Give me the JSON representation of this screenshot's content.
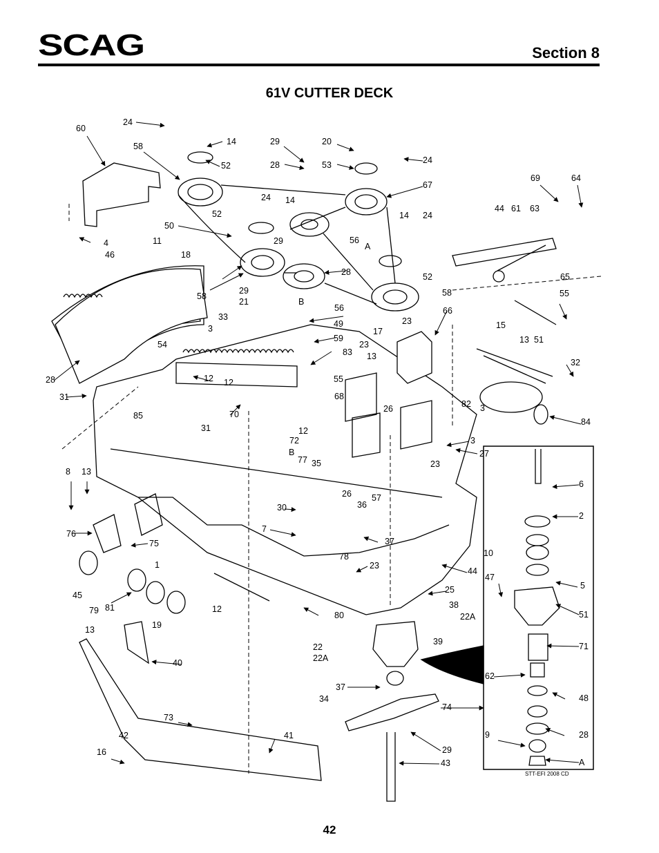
{
  "header": {
    "brand": "SCAG",
    "section": "Section 8",
    "title": "61V CUTTER DECK"
  },
  "footer": {
    "page_number": "42",
    "drawing_code": "STT-EFI 2008 CD"
  },
  "callouts": [
    "24",
    "60",
    "14",
    "29",
    "20",
    "58",
    "52",
    "28",
    "53",
    "24",
    "67",
    "69",
    "64",
    "44",
    "61",
    "63",
    "24",
    "14",
    "52",
    "50",
    "14",
    "24",
    "4",
    "11",
    "46",
    "56",
    "A",
    "29",
    "18",
    "28",
    "65",
    "29",
    "58",
    "52",
    "58",
    "21",
    "56",
    "B",
    "23",
    "55",
    "33",
    "49",
    "66",
    "3",
    "59",
    "17",
    "15",
    "23",
    "51",
    "13",
    "54",
    "83",
    "13",
    "32",
    "28",
    "12",
    "55",
    "31",
    "12",
    "68",
    "72",
    "85",
    "70",
    "82",
    "3",
    "84",
    "31",
    "26",
    "3",
    "12",
    "27",
    "23",
    "B",
    "77",
    "35",
    "6",
    "8",
    "13",
    "26",
    "57",
    "36",
    "2",
    "30",
    "7",
    "76",
    "37",
    "10",
    "75",
    "78",
    "23",
    "1",
    "44",
    "5",
    "45",
    "47",
    "81",
    "25",
    "79",
    "38",
    "51",
    "12",
    "80",
    "22A",
    "13",
    "19",
    "39",
    "22",
    "22A",
    "71",
    "40",
    "62",
    "37",
    "48",
    "34",
    "74",
    "73",
    "41",
    "28",
    "42",
    "9",
    "29",
    "16",
    "43",
    "A"
  ]
}
